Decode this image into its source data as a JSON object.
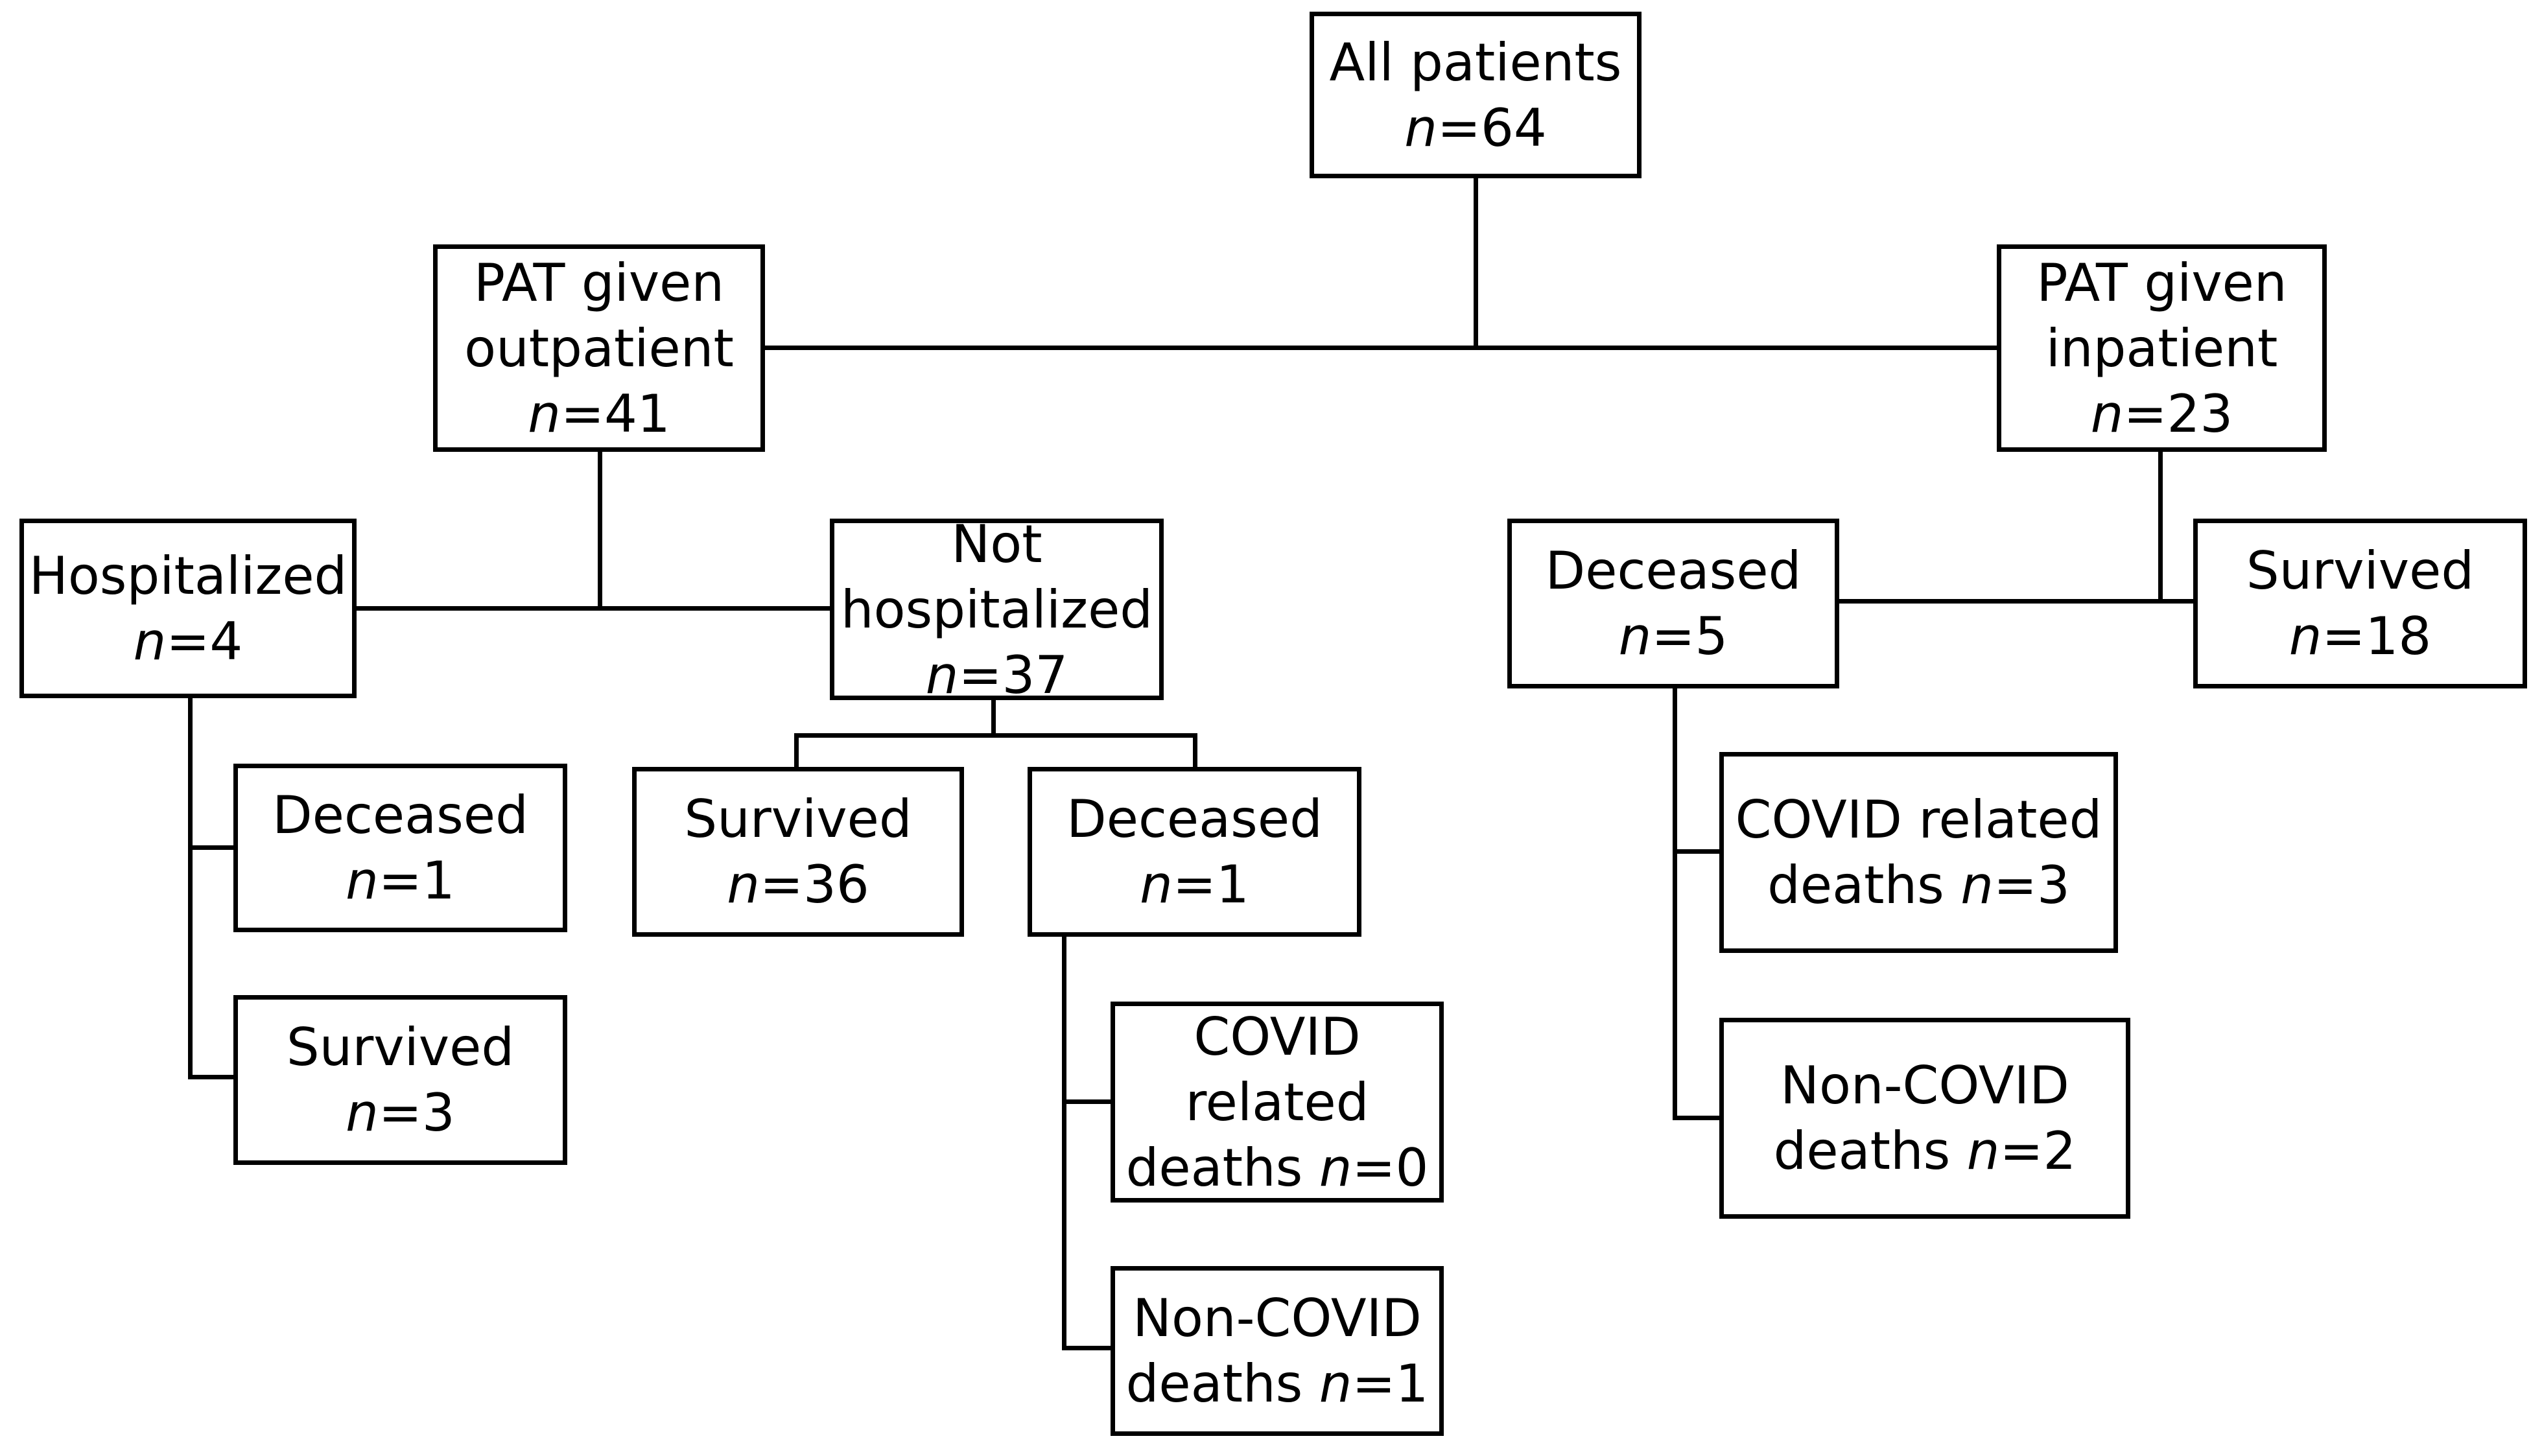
{
  "colors": {
    "line": "#000000",
    "text": "#000000",
    "background": "#ffffff"
  },
  "nodes": {
    "all_patients": {
      "lines": [
        "All patients"
      ],
      "n_label": "n",
      "n_value": "=64"
    },
    "pat_outpatient": {
      "lines": [
        "PAT given",
        "outpatient"
      ],
      "n_label": "n",
      "n_value": "=41"
    },
    "pat_inpatient": {
      "lines": [
        "PAT given",
        "inpatient"
      ],
      "n_label": "n",
      "n_value": "=23"
    },
    "hospitalized": {
      "lines": [
        "Hospitalized"
      ],
      "n_label": "n",
      "n_value": "=4"
    },
    "not_hospitalized": {
      "lines": [
        "Not",
        "hospitalized"
      ],
      "n_label": "n",
      "n_value": "=37"
    },
    "hosp_deceased": {
      "lines": [
        "Deceased"
      ],
      "n_label": "n",
      "n_value": "=1"
    },
    "hosp_survived": {
      "lines": [
        "Survived"
      ],
      "n_label": "n",
      "n_value": "=3"
    },
    "nothosp_survived": {
      "lines": [
        "Survived"
      ],
      "n_label": "n",
      "n_value": "=36"
    },
    "nothosp_deceased": {
      "lines": [
        "Deceased"
      ],
      "n_label": "n",
      "n_value": "=1"
    },
    "nothosp_covid_deaths": {
      "lines": [
        "COVID",
        "related"
      ],
      "prefix": "deaths ",
      "n_label": "n",
      "n_value": "=0"
    },
    "nothosp_noncovid_deaths": {
      "lines": [
        "Non-COVID"
      ],
      "prefix": "deaths ",
      "n_label": "n",
      "n_value": "=1"
    },
    "inpat_deceased": {
      "lines": [
        "Deceased"
      ],
      "n_label": "n",
      "n_value": "=5"
    },
    "inpat_survived": {
      "lines": [
        "Survived"
      ],
      "n_label": "n",
      "n_value": "=18"
    },
    "inpat_covid_deaths": {
      "lines": [
        "COVID related"
      ],
      "prefix": "deaths ",
      "n_label": "n",
      "n_value": "=3"
    },
    "inpat_noncovid_deaths": {
      "lines": [
        "Non-COVID"
      ],
      "prefix": "deaths ",
      "n_label": "n",
      "n_value": "=2"
    }
  }
}
